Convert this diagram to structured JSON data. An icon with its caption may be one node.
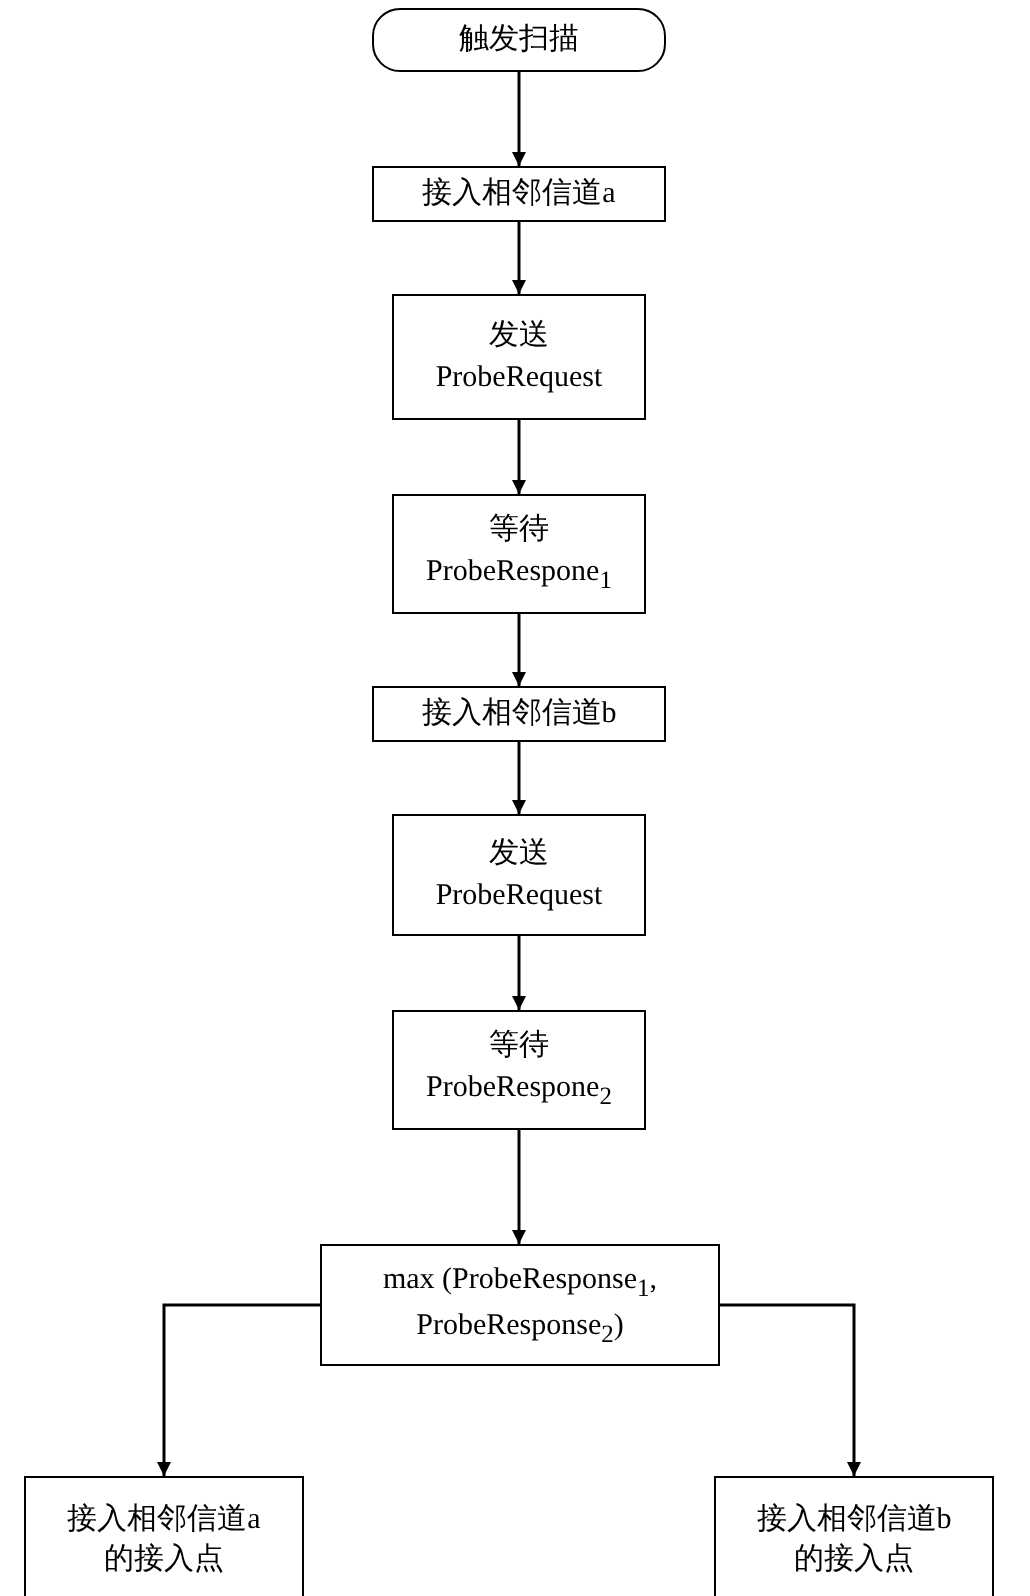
{
  "diagram": {
    "nodes": [
      {
        "text": [
          "触发扫描"
        ]
      },
      {
        "text": [
          "接入相邻信道a"
        ]
      },
      {
        "text": [
          "发送",
          "ProbeRequest"
        ]
      },
      {
        "text": [
          "等待",
          "ProbeRespone$_{1}$"
        ]
      },
      {
        "text": [
          "接入相邻信道b"
        ]
      },
      {
        "text": [
          "发送",
          "ProbeRequest"
        ]
      },
      {
        "text": [
          "等待",
          "ProbeRespone$_{2}$"
        ]
      },
      {
        "text": [
          "max (ProbeResponse$_{1}$, ProbeResponse$_{2}$)"
        ]
      },
      {
        "text": [
          "接入相邻信道a的接入点"
        ]
      },
      {
        "text": [
          "接入相邻信道b的接入点"
        ]
      }
    ],
    "edges": [
      {
        "from": 0,
        "to": 1,
        "arrow": "to"
      },
      {
        "from": 1,
        "to": 2,
        "arrow": "to"
      },
      {
        "from": 2,
        "to": 3,
        "arrow": "to"
      },
      {
        "from": 3,
        "to": 4,
        "arrow": "to"
      },
      {
        "from": 4,
        "to": 5,
        "arrow": "to"
      },
      {
        "from": 5,
        "to": 6,
        "arrow": "to"
      },
      {
        "from": 6,
        "to": 7,
        "arrow": "to"
      },
      {
        "from": 7,
        "to": 8,
        "arrow": "to"
      },
      {
        "from": 7,
        "to": 9,
        "arrow": "to"
      }
    ]
  }
}
